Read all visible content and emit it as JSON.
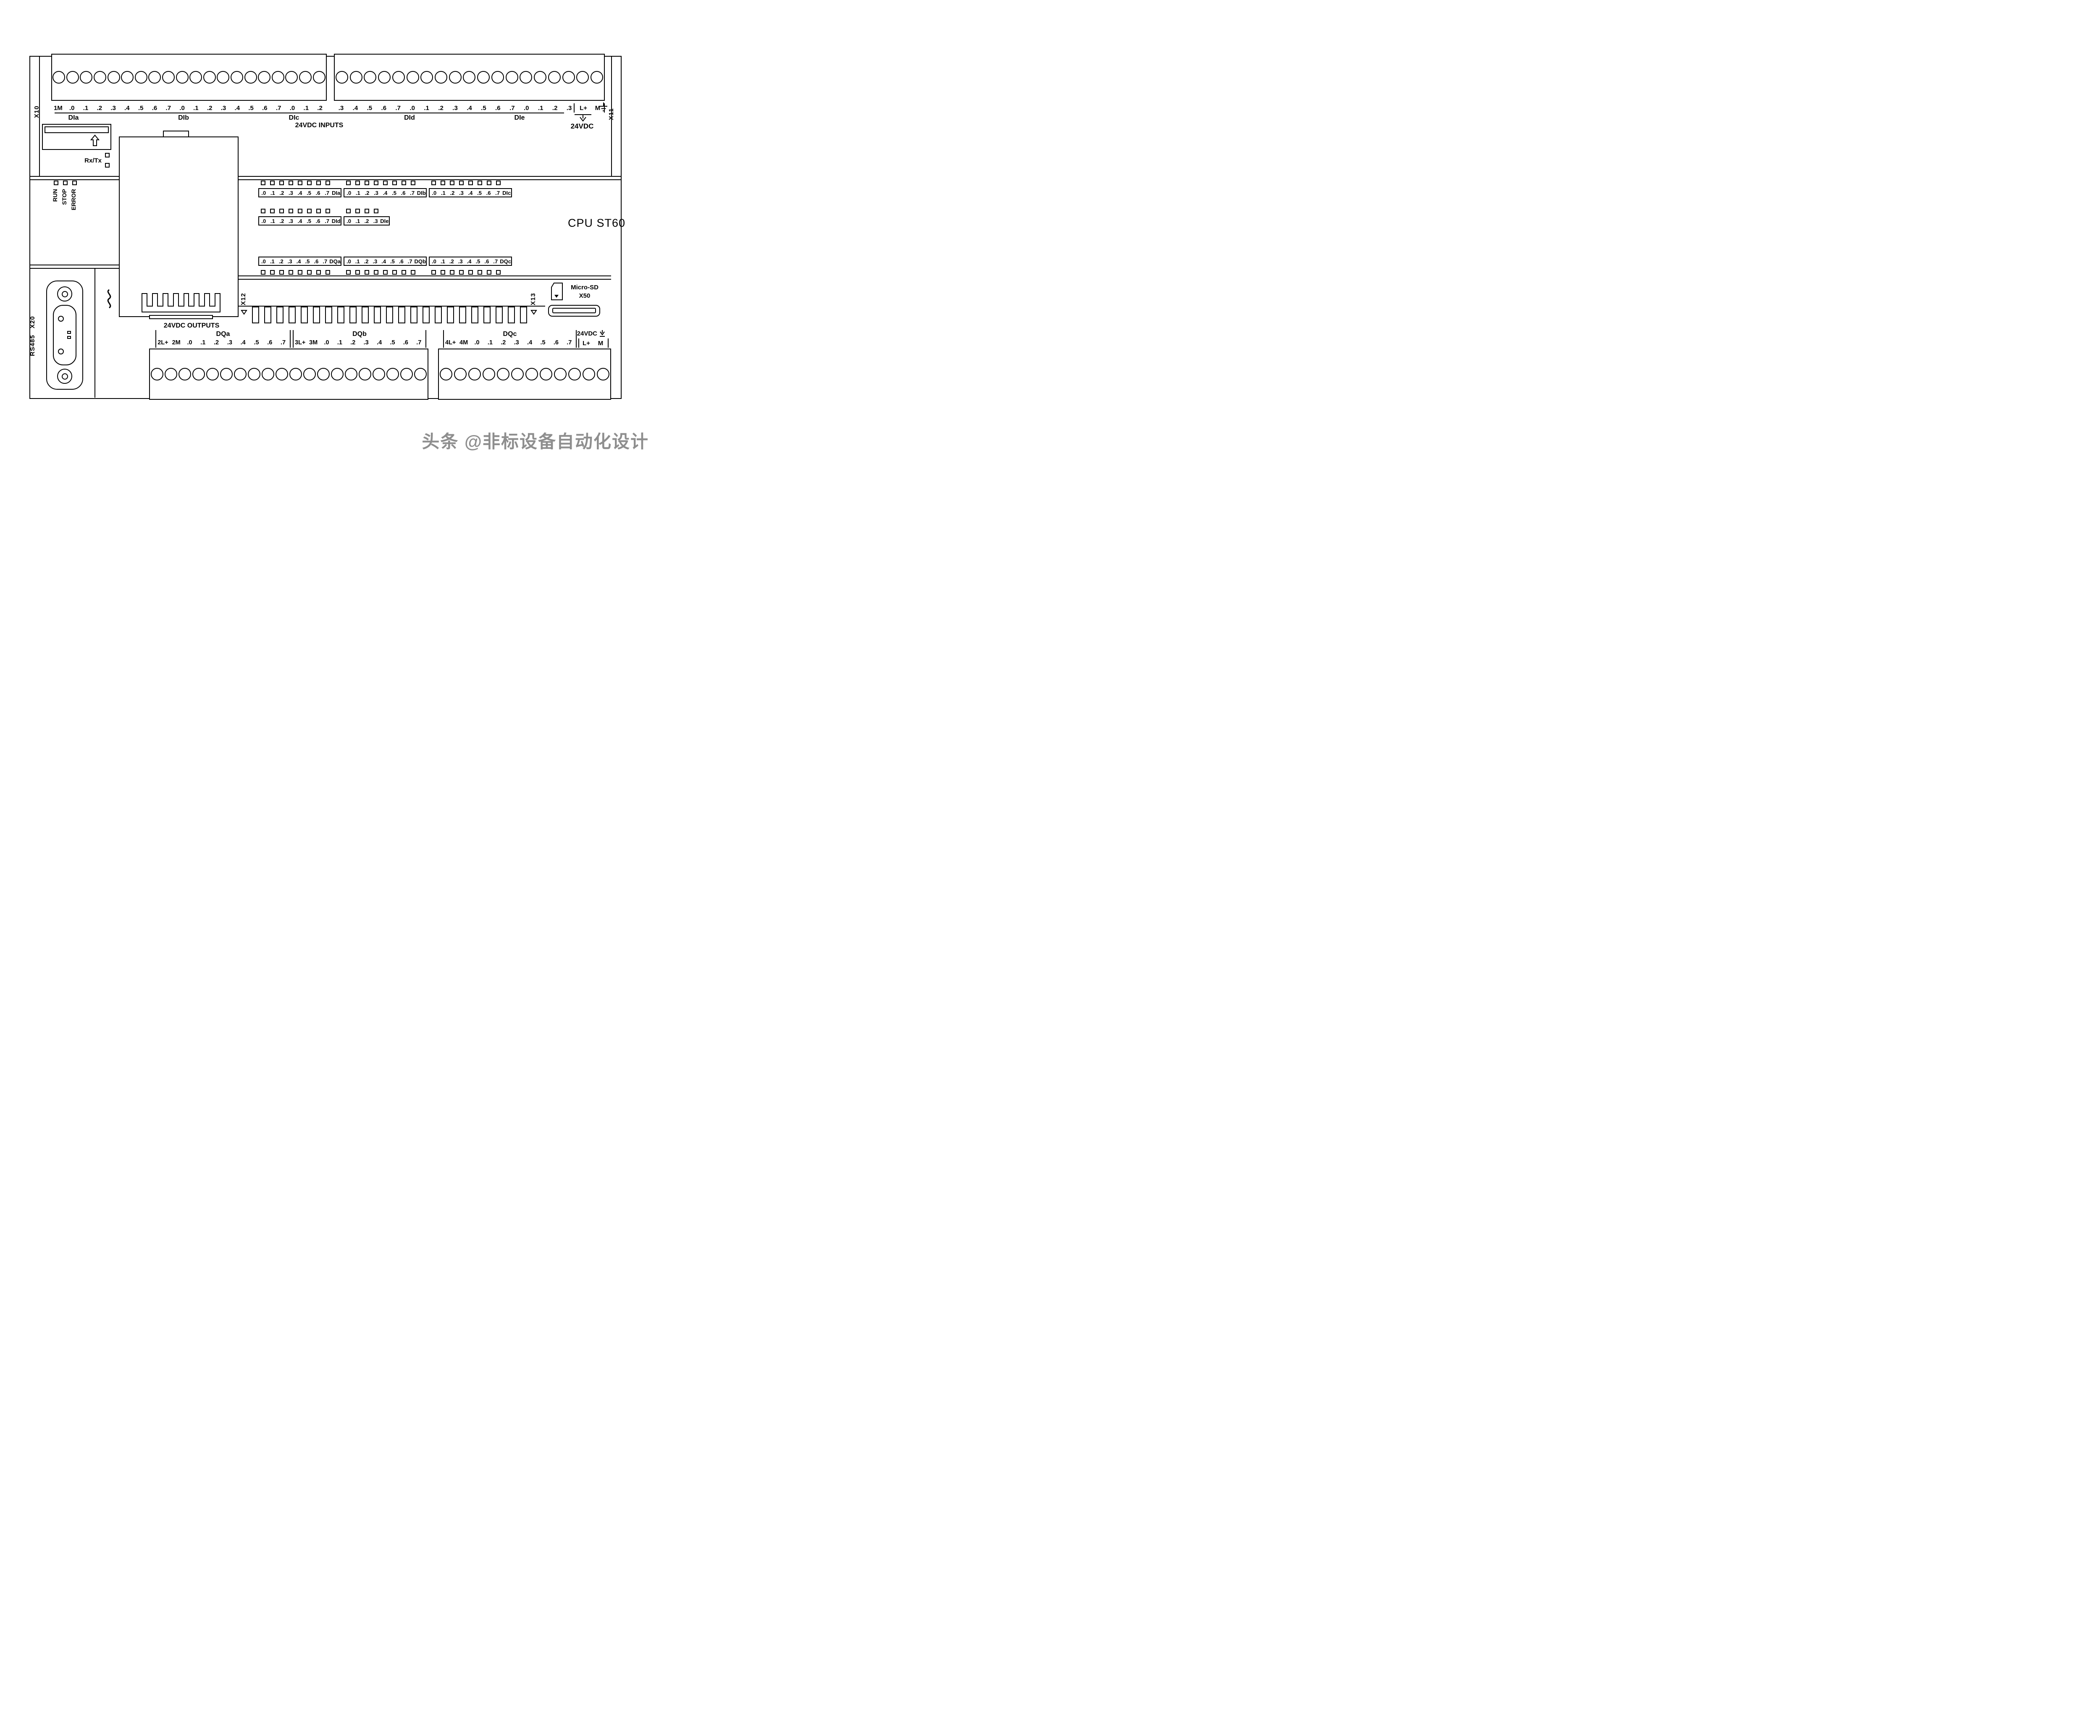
{
  "cpu_label": "CPU ST60",
  "watermark": "头条 @非标设备自动化设计",
  "top": {
    "x10": "X10",
    "x11": "X11",
    "caption": "24VDC INPUTS",
    "supply_label": "24VDC",
    "block1": [
      "1M",
      ".0",
      ".1",
      ".2",
      ".3",
      ".4",
      ".5",
      ".6",
      ".7",
      ".0",
      ".1",
      ".2",
      ".3",
      ".4",
      ".5",
      ".6",
      ".7",
      ".0",
      ".1",
      ".2"
    ],
    "block2": [
      ".3",
      ".4",
      ".5",
      ".6",
      ".7",
      ".0",
      ".1",
      ".2",
      ".3",
      ".4",
      ".5",
      ".6",
      ".7",
      ".0",
      ".1",
      ".2",
      ".3",
      "L+",
      "M"
    ],
    "groups": [
      "DIa",
      "DIb",
      "DIc",
      "DId",
      "DIe"
    ]
  },
  "status_leds": [
    "RUN",
    "STOP",
    "ERROR"
  ],
  "rxtx": "Rx/Tx",
  "di_leds": [
    {
      "name": "DIa",
      "bits": [
        ".0",
        ".1",
        ".2",
        ".3",
        ".4",
        ".5",
        ".6",
        ".7"
      ]
    },
    {
      "name": "DIb",
      "bits": [
        ".0",
        ".1",
        ".2",
        ".3",
        ".4",
        ".5",
        ".6",
        ".7"
      ]
    },
    {
      "name": "DIc",
      "bits": [
        ".0",
        ".1",
        ".2",
        ".3",
        ".4",
        ".5",
        ".6",
        ".7"
      ]
    },
    {
      "name": "DId",
      "bits": [
        ".0",
        ".1",
        ".2",
        ".3",
        ".4",
        ".5",
        ".6",
        ".7"
      ]
    },
    {
      "name": "DIe",
      "bits": [
        ".0",
        ".1",
        ".2",
        ".3"
      ]
    }
  ],
  "dq_leds": [
    {
      "name": "DQa",
      "bits": [
        ".0",
        ".1",
        ".2",
        ".3",
        ".4",
        ".5",
        ".6",
        ".7"
      ]
    },
    {
      "name": "DQb",
      "bits": [
        ".0",
        ".1",
        ".2",
        ".3",
        ".4",
        ".5",
        ".6",
        ".7"
      ]
    },
    {
      "name": "DQc",
      "bits": [
        ".0",
        ".1",
        ".2",
        ".3",
        ".4",
        ".5",
        ".6",
        ".7"
      ]
    }
  ],
  "rs485": "RS485 X20",
  "x12": "X12",
  "x13": "X13",
  "microsd": {
    "name": "Micro-SD",
    "port": "X50"
  },
  "outputs": {
    "caption": "24VDC OUTPUTS",
    "groups": [
      {
        "name": "DQa",
        "terminals": [
          "2L+",
          "2M",
          ".0",
          ".1",
          ".2",
          ".3",
          ".4",
          ".5",
          ".6",
          ".7"
        ]
      },
      {
        "name": "DQb",
        "terminals": [
          "3L+",
          "3M",
          ".0",
          ".1",
          ".2",
          ".3",
          ".4",
          ".5",
          ".6",
          ".7"
        ]
      },
      {
        "name": "DQc",
        "terminals": [
          "4L+",
          "4M",
          ".0",
          ".1",
          ".2",
          ".3",
          ".4",
          ".5",
          ".6",
          ".7"
        ]
      }
    ],
    "supply_label": "24VDC",
    "supply_terminals": [
      "L+",
      "M"
    ]
  }
}
